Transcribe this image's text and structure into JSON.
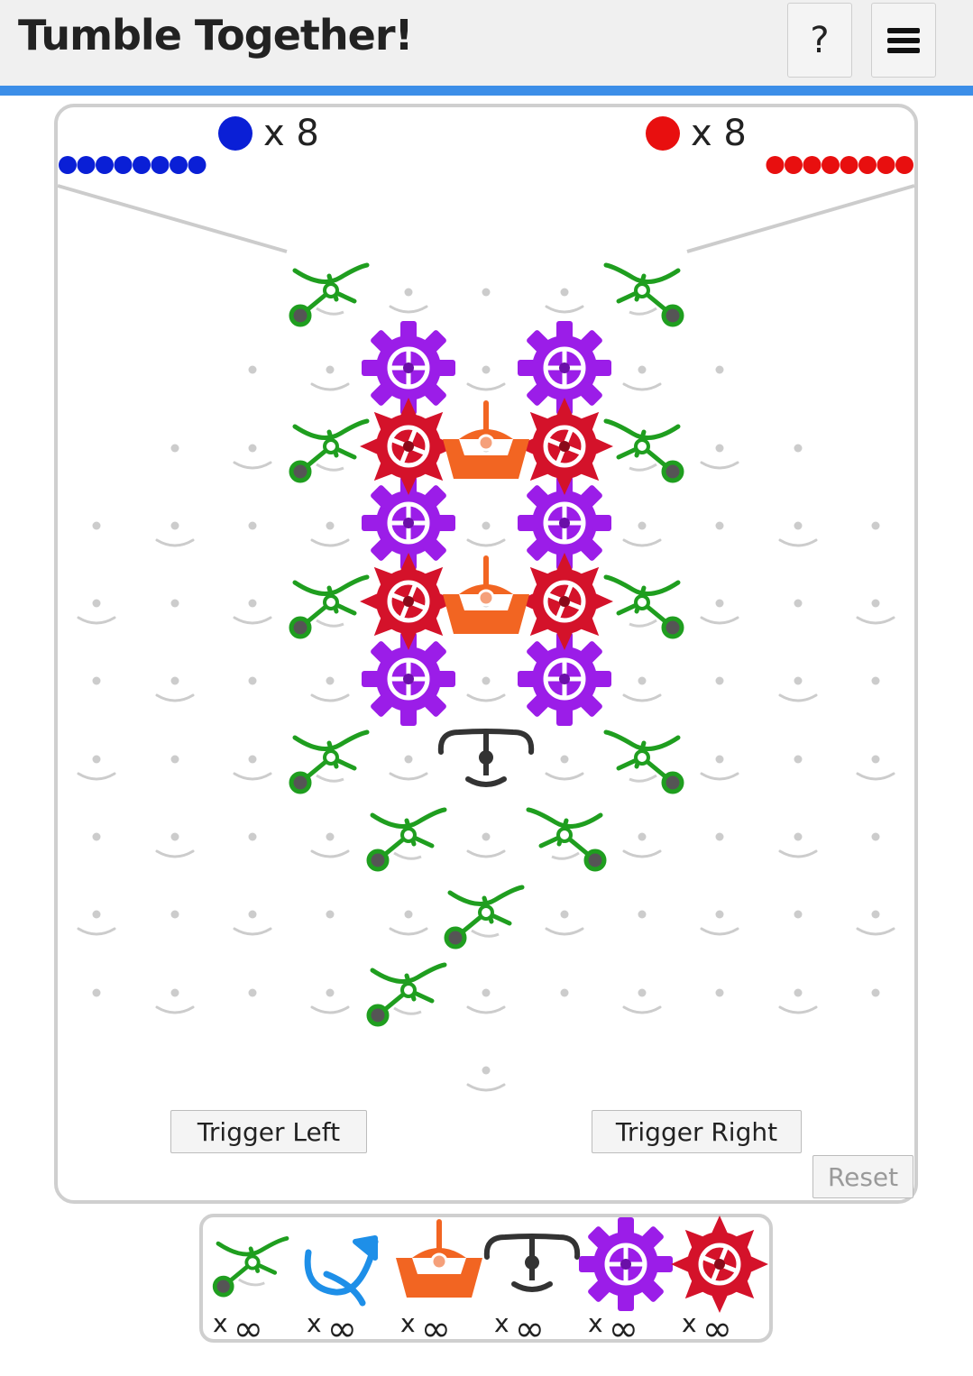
{
  "header": {
    "title": "Tumble Together!",
    "help_label": "?",
    "menu_icon": "hamburger-menu-icon"
  },
  "balls": {
    "blue": {
      "label": "x 8",
      "color": "#0a1fd6",
      "queue": 8
    },
    "red": {
      "label": "x 8",
      "color": "#e80f0f",
      "queue": 8
    }
  },
  "controls": {
    "trigger_left": "Trigger Left",
    "trigger_right": "Trigger Right",
    "reset": "Reset"
  },
  "tray": {
    "items": [
      {
        "name": "ramp",
        "icon": "ramp-icon",
        "x": "x",
        "count": "∞",
        "color": "#1f9e1f"
      },
      {
        "name": "crossover",
        "icon": "crossover-icon",
        "x": "x",
        "count": "∞",
        "color": "#1e8fe8"
      },
      {
        "name": "interceptor",
        "icon": "interceptor-icon",
        "x": "x",
        "count": "∞",
        "color": "#f26522"
      },
      {
        "name": "bit",
        "icon": "bit-icon",
        "x": "x",
        "count": "∞",
        "color": "#333333"
      },
      {
        "name": "gear",
        "icon": "gear-icon",
        "x": "x",
        "count": "∞",
        "color": "#9b1de8"
      },
      {
        "name": "gear-bit",
        "icon": "gear-bit-icon",
        "x": "x",
        "count": "∞",
        "color": "#d4122a"
      }
    ]
  },
  "colors": {
    "ramp": "#1f9e1f",
    "gear": "#9b1de8",
    "gear_bit": "#d4122a",
    "interceptor": "#f26522",
    "bit": "#333333",
    "peg": "#cfcfcf",
    "header_accent": "#3c8ee8"
  }
}
